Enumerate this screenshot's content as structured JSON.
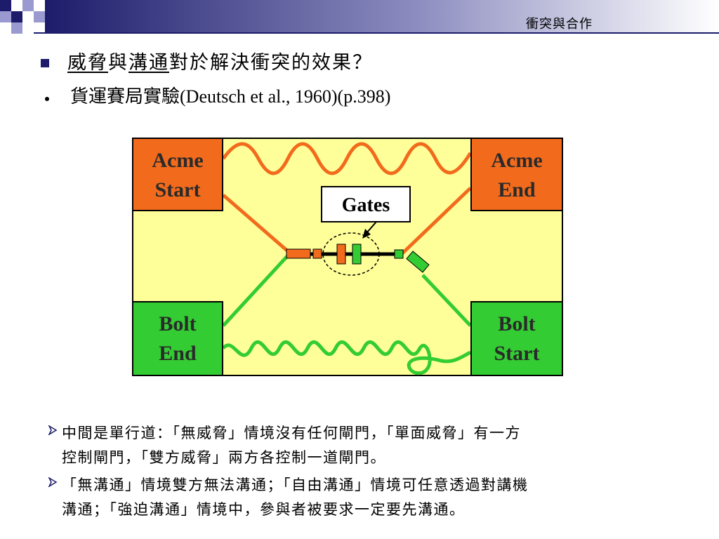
{
  "header": {
    "slide_title": "衝突與合作"
  },
  "main": {
    "question": {
      "part1": "威脅",
      "part2": "與",
      "part3": "溝通",
      "part4": "對於解決衝突的效果？"
    },
    "experiment": {
      "chinese": "貨運賽局實驗",
      "citation": "(Deutsch et al., 1960)(p.398)"
    }
  },
  "figure": {
    "acme_start": [
      "Acme",
      "Start"
    ],
    "acme_end": [
      "Acme",
      "End"
    ],
    "bolt_end": [
      "Bolt",
      "End"
    ],
    "bolt_start": [
      "Bolt",
      "Start"
    ],
    "gates_label": "Gates",
    "colors": {
      "background": "#ffff99",
      "acme": "#f26b1d",
      "bolt": "#33cc33",
      "border": "#000000"
    }
  },
  "notes": [
    {
      "line1": "中間是單行道：「無威脅」情境沒有任何閘門，「單面威脅」有一方",
      "line2": "控制閘門，「雙方威脅」兩方各控制一道閘門。"
    },
    {
      "line1": "「無溝通」情境雙方無法溝通；「自由溝通」情境可任意透過對講機",
      "line2": "溝通；「強迫溝通」情境中，參與者被要求一定要先溝通。"
    }
  ]
}
